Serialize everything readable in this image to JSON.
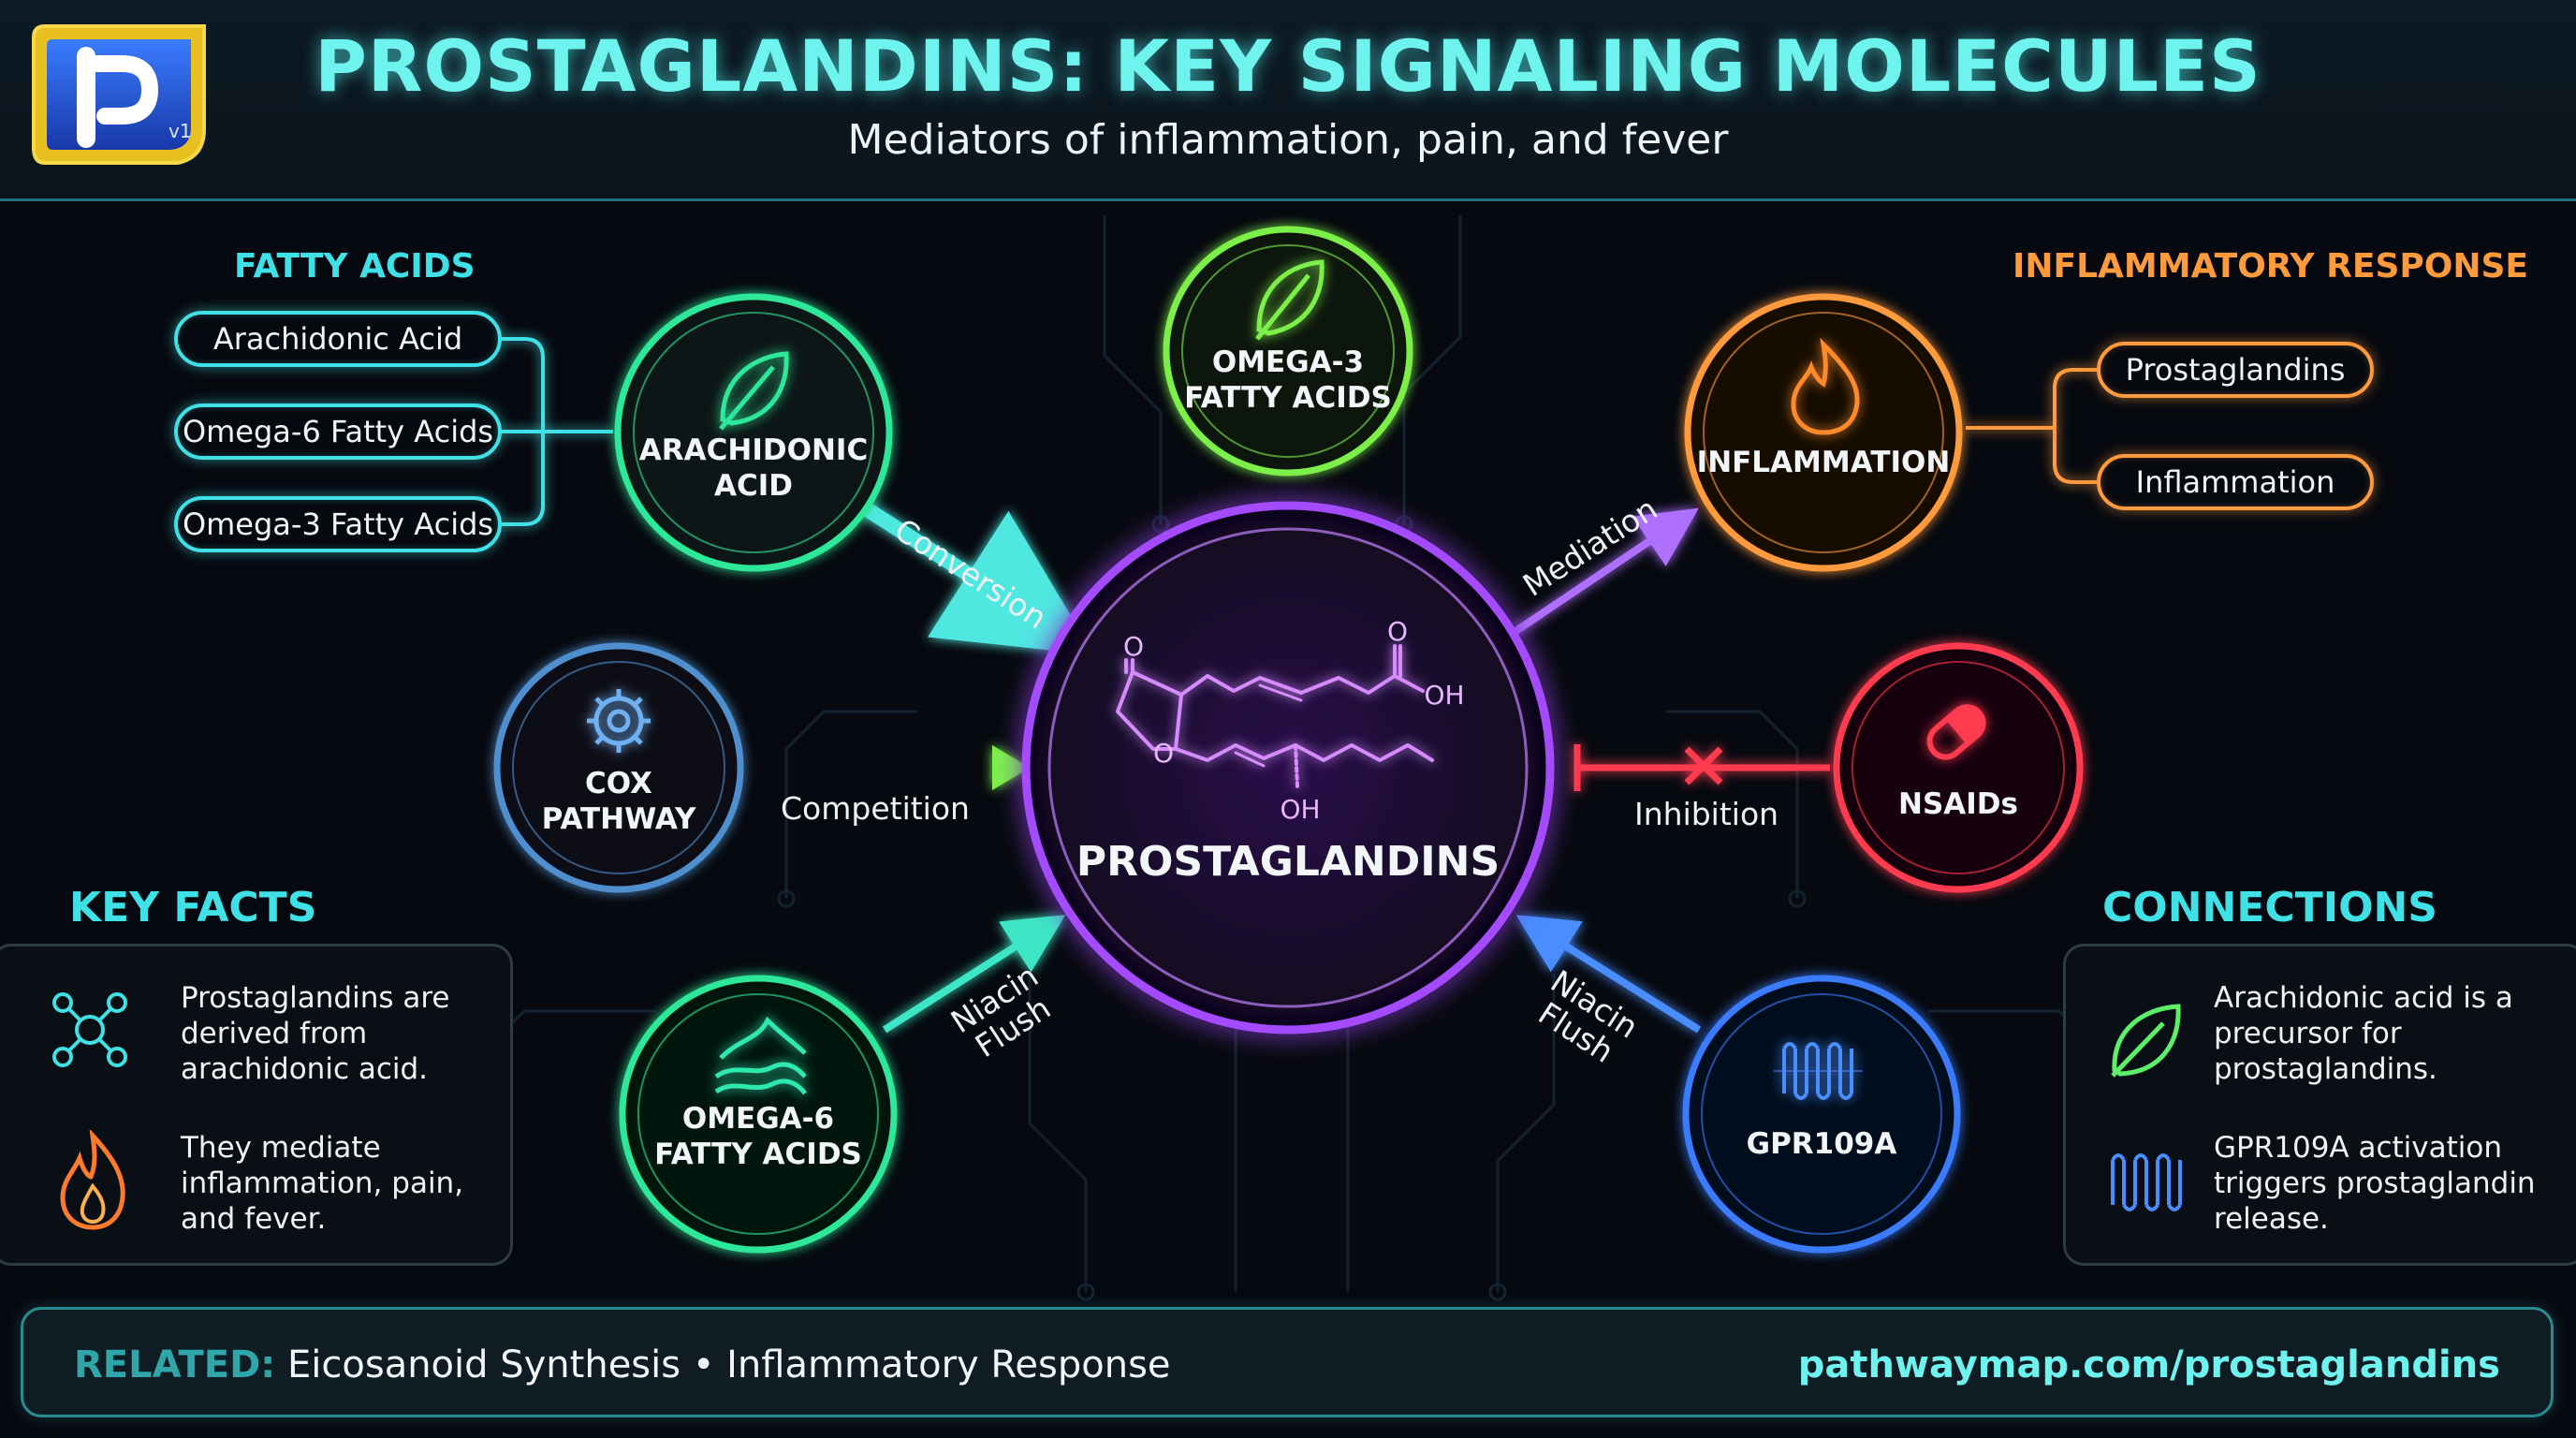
{
  "header": {
    "title": "PROSTAGLANDINS: KEY SIGNALING MOLECULES",
    "subtitle": "Mediators of inflammation, pain, and fever",
    "logo_letter": "P",
    "logo_version": "v1"
  },
  "fatty_acids": {
    "title": "FATTY ACIDS",
    "items": [
      "Arachidonic Acid",
      "Omega-6 Fatty Acids",
      "Omega-3 Fatty Acids"
    ]
  },
  "inflammatory_response": {
    "title": "INFLAMMATORY RESPONSE",
    "items": [
      "Prostaglandins",
      "Inflammation"
    ]
  },
  "nodes": {
    "center": "PROSTAGLANDINS",
    "arachidonic": "ARACHIDONIC\nACID",
    "omega3": "OMEGA-3\nFATTY ACIDS",
    "inflammation": "INFLAMMATION",
    "cox": "COX\nPATHWAY",
    "nsaids": "NSAIDs",
    "omega6": "OMEGA-6\nFATTY ACIDS",
    "gpr109a": "GPR109A"
  },
  "molecule": {
    "o_top": "O",
    "o_acid": "O",
    "oh_acid": "OH",
    "o_ring": "O",
    "oh_bottom": "OH"
  },
  "edges": {
    "conversion": "Conversion",
    "mediation": "Mediation",
    "competition": "Competition",
    "inhibition": "Inhibition",
    "niacin_left": "Niacin\nFlush",
    "niacin_right": "Niacin\nFlush"
  },
  "key_facts": {
    "title": "KEY FACTS",
    "facts": [
      "Prostaglandins are\nderived from\narachidonic acid.",
      "They mediate\ninflammation, pain,\nand fever."
    ]
  },
  "connections": {
    "title": "CONNECTIONS",
    "items": [
      "Arachidonic acid is a\nprecursor for\nprostaglandins.",
      "GPR109A activation\ntriggers prostaglandin\nrelease."
    ]
  },
  "footer": {
    "related_label": "RELATED:",
    "related_text": "Eicosanoid Synthesis • Inflammatory Response",
    "url": "pathwaymap.com/prostaglandins"
  },
  "colors": {
    "cyan": "#3fe0e6",
    "green": "#2ee89a",
    "lime": "#7cf04a",
    "orange": "#ff9a3d",
    "purple": "#a44bff",
    "red": "#ff3b4f",
    "steel": "#4f8fcf",
    "blue": "#3a7bff"
  }
}
